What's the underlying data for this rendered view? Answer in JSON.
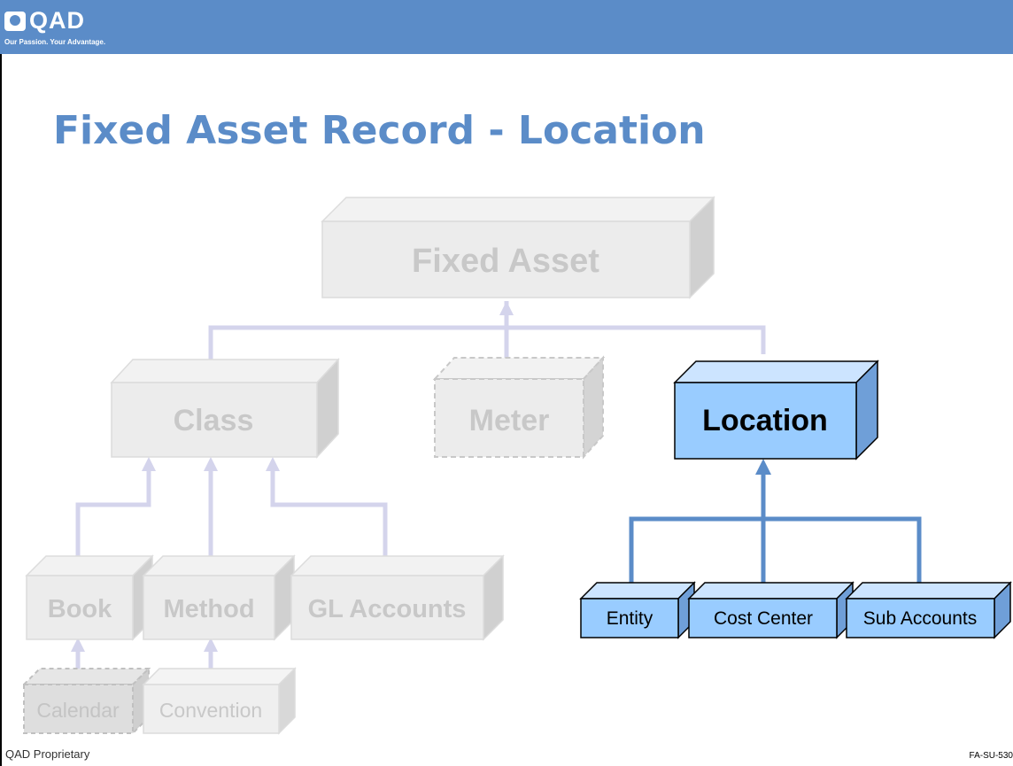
{
  "header": {
    "logo_text": "QAD",
    "tagline": "Our Passion. Your Advantage."
  },
  "title": "Fixed Asset Record - Location",
  "diagram": {
    "fixed_asset": "Fixed Asset",
    "class": "Class",
    "meter": "Meter",
    "location": "Location",
    "book": "Book",
    "method": "Method",
    "gl_accounts": "GL Accounts",
    "calendar": "Calendar",
    "convention": "Convention",
    "entity": "Entity",
    "cost_center": "Cost Center",
    "sub_accounts": "Sub Accounts"
  },
  "colors": {
    "brand": "#5b8cc8",
    "highlight_fill": "#99ccff",
    "highlight_line": "#5b8cc8",
    "faded_fill": "#ececec",
    "faded_text": "#c8c8c8",
    "faded_line": "#d4d4ec"
  },
  "footer": {
    "left": "QAD Proprietary",
    "right": "FA-SU-530"
  }
}
